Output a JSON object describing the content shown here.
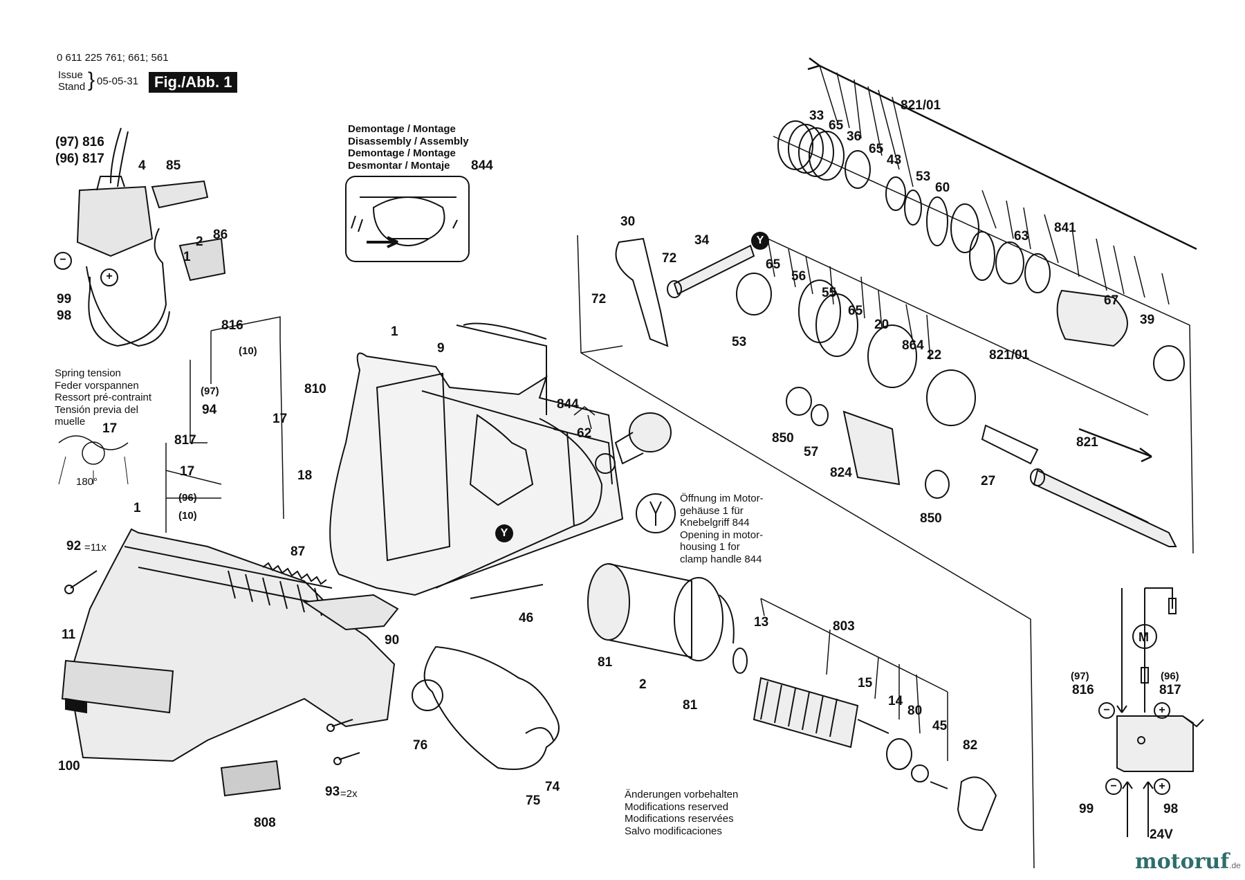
{
  "header": {
    "part_numbers": "0 611 225 761; 661; 561",
    "issue_label": "Issue",
    "stand_label": "Stand",
    "date": "05-05-31",
    "figure": "Fig./Abb. 1"
  },
  "notes": {
    "disassembly": [
      "Demontage / Montage",
      "Disassembly / Assembly",
      "Demontage / Montage",
      "Desmontar / Montaje"
    ],
    "spring": [
      "Spring tension",
      "Feder vorspannen",
      "Ressort pré-contraint",
      "Tensión previa del",
      "muelle"
    ],
    "spring_angle": "180°",
    "opening": [
      "Öffnung im Motor-",
      "gehäuse 1 für",
      "Knebelgriff 844",
      "Opening in motor-",
      "housing 1 for",
      "clamp handle 844"
    ],
    "modifications": [
      "Änderungen vorbehalten",
      "Modifications reserved",
      "Modifications reservées",
      "Salvo modificaciones"
    ],
    "voltage": "24V",
    "motor_symbol": "M",
    "y_marker": "Y"
  },
  "labels": [
    {
      "id": "816a",
      "text": "(97) 816"
    },
    {
      "id": "817a",
      "text": "(96) 817"
    },
    {
      "id": "4",
      "text": "4"
    },
    {
      "id": "85",
      "text": "85"
    },
    {
      "id": "2s",
      "text": "2"
    },
    {
      "id": "1s",
      "text": "1"
    },
    {
      "id": "86",
      "text": "86"
    },
    {
      "id": "99a",
      "text": "99"
    },
    {
      "id": "98a",
      "text": "98"
    },
    {
      "id": "844a",
      "text": "844"
    },
    {
      "id": "816b",
      "text": "816"
    },
    {
      "id": "10a",
      "text": "(10)"
    },
    {
      "id": "97b",
      "text": "(97)"
    },
    {
      "id": "810",
      "text": "810"
    },
    {
      "id": "94",
      "text": "94"
    },
    {
      "id": "17a",
      "text": "17"
    },
    {
      "id": "17s",
      "text": "17"
    },
    {
      "id": "817b",
      "text": "817"
    },
    {
      "id": "17b",
      "text": "17"
    },
    {
      "id": "96b",
      "text": "(96)"
    },
    {
      "id": "10b",
      "text": "(10)"
    },
    {
      "id": "18",
      "text": "18"
    },
    {
      "id": "1a",
      "text": "1"
    },
    {
      "id": "9",
      "text": "9"
    },
    {
      "id": "1b",
      "text": "1"
    },
    {
      "id": "92",
      "text": "92"
    },
    {
      "id": "92n",
      "text": "=11x"
    },
    {
      "id": "87",
      "text": "87"
    },
    {
      "id": "90",
      "text": "90"
    },
    {
      "id": "46",
      "text": "46"
    },
    {
      "id": "11",
      "text": "11"
    },
    {
      "id": "100",
      "text": "100"
    },
    {
      "id": "93",
      "text": "93"
    },
    {
      "id": "93n",
      "text": "=2x"
    },
    {
      "id": "808",
      "text": "808"
    },
    {
      "id": "76",
      "text": "76"
    },
    {
      "id": "75",
      "text": "75"
    },
    {
      "id": "74",
      "text": "74"
    },
    {
      "id": "844b",
      "text": "844"
    },
    {
      "id": "62",
      "text": "62"
    },
    {
      "id": "81a",
      "text": "81"
    },
    {
      "id": "2",
      "text": "2"
    },
    {
      "id": "81b",
      "text": "81"
    },
    {
      "id": "13",
      "text": "13"
    },
    {
      "id": "803",
      "text": "803"
    },
    {
      "id": "15",
      "text": "15"
    },
    {
      "id": "14",
      "text": "14"
    },
    {
      "id": "80",
      "text": "80"
    },
    {
      "id": "45",
      "text": "45"
    },
    {
      "id": "82",
      "text": "82"
    },
    {
      "id": "30",
      "text": "30"
    },
    {
      "id": "72a",
      "text": "72"
    },
    {
      "id": "72b",
      "text": "72"
    },
    {
      "id": "34",
      "text": "34"
    },
    {
      "id": "33",
      "text": "33"
    },
    {
      "id": "65a",
      "text": "65"
    },
    {
      "id": "36",
      "text": "36"
    },
    {
      "id": "65b",
      "text": "65"
    },
    {
      "id": "43",
      "text": "43"
    },
    {
      "id": "821_01a",
      "text": "821/01"
    },
    {
      "id": "53a",
      "text": "53"
    },
    {
      "id": "60",
      "text": "60"
    },
    {
      "id": "63",
      "text": "63"
    },
    {
      "id": "841",
      "text": "841"
    },
    {
      "id": "65c",
      "text": "65"
    },
    {
      "id": "56",
      "text": "56"
    },
    {
      "id": "55",
      "text": "55"
    },
    {
      "id": "65d",
      "text": "65"
    },
    {
      "id": "20",
      "text": "20"
    },
    {
      "id": "864",
      "text": "864"
    },
    {
      "id": "22",
      "text": "22"
    },
    {
      "id": "821_01b",
      "text": "821/01"
    },
    {
      "id": "67",
      "text": "67"
    },
    {
      "id": "39",
      "text": "39"
    },
    {
      "id": "53b",
      "text": "53"
    },
    {
      "id": "850a",
      "text": "850"
    },
    {
      "id": "57",
      "text": "57"
    },
    {
      "id": "824",
      "text": "824"
    },
    {
      "id": "27",
      "text": "27"
    },
    {
      "id": "821",
      "text": "821"
    },
    {
      "id": "850b",
      "text": "850"
    },
    {
      "id": "97c",
      "text": "(97)"
    },
    {
      "id": "816c",
      "text": "816"
    },
    {
      "id": "96c",
      "text": "(96)"
    },
    {
      "id": "817c",
      "text": "817"
    },
    {
      "id": "99b",
      "text": "99"
    },
    {
      "id": "98b",
      "text": "98"
    }
  ],
  "brand": {
    "name": "motoruf",
    "tld": ".de",
    "color": "#2e6d6c"
  }
}
